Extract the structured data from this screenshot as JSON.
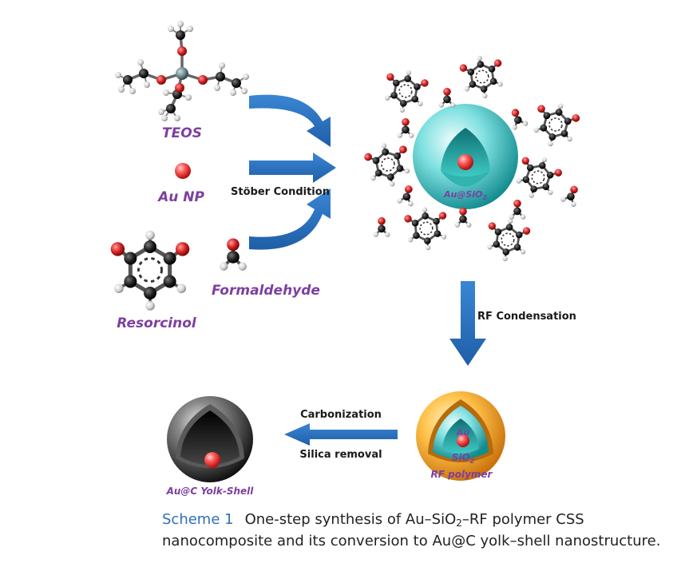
{
  "reagents": {
    "teos": "TEOS",
    "au_np": "Au NP",
    "resorcinol": "Resorcinol",
    "formaldehyde": "Formaldehyde"
  },
  "steps": {
    "stober": "Stöber Condition",
    "rf_condensation": "RF Condensation",
    "carbonization": "Carbonization",
    "silica_removal": "Silica removal"
  },
  "particles": {
    "au_sio2": "Au@SiO",
    "au_sio2_sub": "2",
    "core_au": "Au",
    "core_sio2": "SiO",
    "core_sio2_sub": "2",
    "rf_polymer": "RF polymer",
    "yolk_shell": "Au@C Yolk-Shell"
  },
  "caption": {
    "label": "Scheme 1",
    "text_a": "One-step synthesis of Au–SiO",
    "sub": "2",
    "text_b": "–RF polymer CSS nanocomposite and its conversion to Au@C yolk–shell nanostructure."
  },
  "colors": {
    "arrow": "#2567b2",
    "label": "#7d3fa0",
    "caption_label": "#2f6fb7",
    "silica": "#3fc4c4",
    "polymer": "#f2a31f",
    "carbon": "#1c1c1c",
    "gold": "#ee3b3b"
  }
}
